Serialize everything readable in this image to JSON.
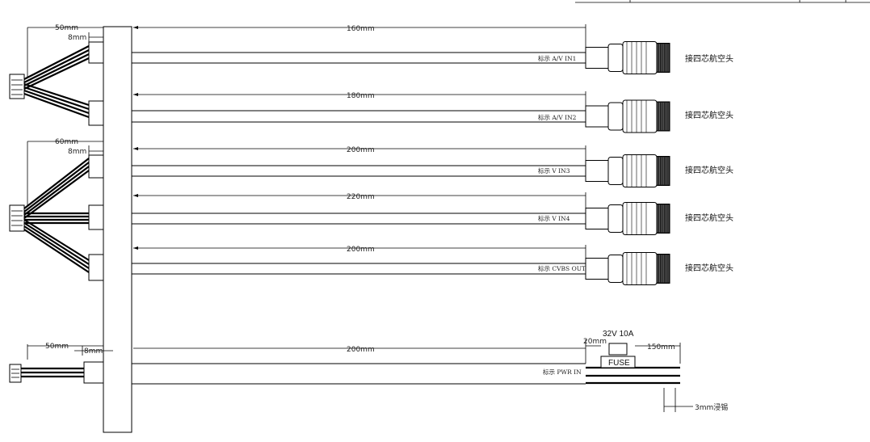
{
  "connectors": [
    {
      "length": "160mm",
      "tag": "标示 A/V IN1",
      "end_label": "接四芯航空头"
    },
    {
      "length": "180mm",
      "tag": "标示 A/V IN2",
      "end_label": "接四芯航空头"
    },
    {
      "length": "200mm",
      "tag": "标示 V IN3",
      "end_label": "接四芯航空头"
    },
    {
      "length": "220mm",
      "tag": "标示 V IN4",
      "end_label": "接四芯航空头"
    },
    {
      "length": "200mm",
      "tag": "标示 CVBS OUT",
      "end_label": "接四芯航空头"
    }
  ],
  "power": {
    "length": "200mm",
    "tag": "标示 PWR IN",
    "fuse_rating": "32V 10A",
    "fuse_label": "FUSE",
    "fuse_gap": "20mm",
    "tail_length": "150mm",
    "tin_note": "3mm浸锡",
    "branch_length": "50mm",
    "branch_offset": "8mm"
  },
  "branches": [
    {
      "length": "50mm",
      "offset": "8mm"
    },
    {
      "length": "60mm",
      "offset": "8mm"
    }
  ]
}
